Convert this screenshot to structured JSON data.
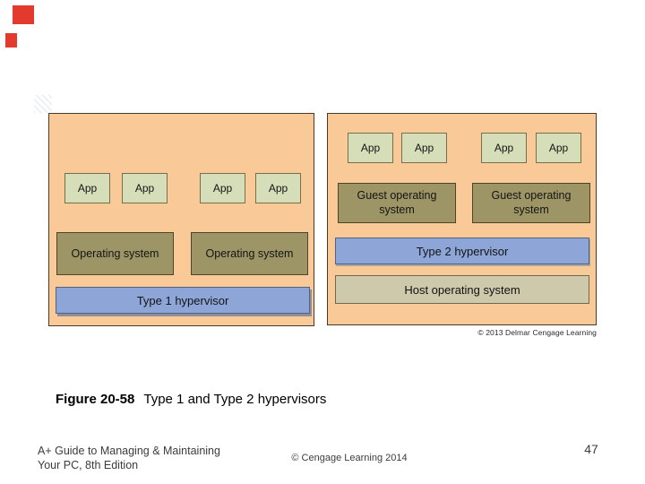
{
  "colors": {
    "peach_bg": "#f9c998",
    "app_box_green": "#d6deb9",
    "os_box_olive": "#9d9566",
    "hypervisor_blue": "#8da5d7",
    "host_os_tan": "#cfc9ac",
    "red_mark": "#e23b2e"
  },
  "left_diagram": {
    "apps": [
      "App",
      "App",
      "App",
      "App"
    ],
    "os_boxes": [
      "Operating system",
      "Operating system"
    ],
    "hypervisor_label": "Type 1 hypervisor"
  },
  "right_diagram": {
    "apps": [
      "App",
      "App",
      "App",
      "App"
    ],
    "guest_boxes": [
      "Guest operating system",
      "Guest operating system"
    ],
    "hypervisor_label": "Type 2 hypervisor",
    "host_os_label": "Host operating system",
    "credit": "© 2013 Delmar Cengage Learning"
  },
  "caption": {
    "figure_label": "Figure 20-58",
    "figure_title": "Type 1 and Type 2 hypervisors"
  },
  "footer": {
    "book_title_line1": "A+ Guide to Managing & Maintaining",
    "book_title_line2": "Your PC, 8th Edition",
    "copyright": "© Cengage Learning 2014",
    "page_number": "47"
  }
}
